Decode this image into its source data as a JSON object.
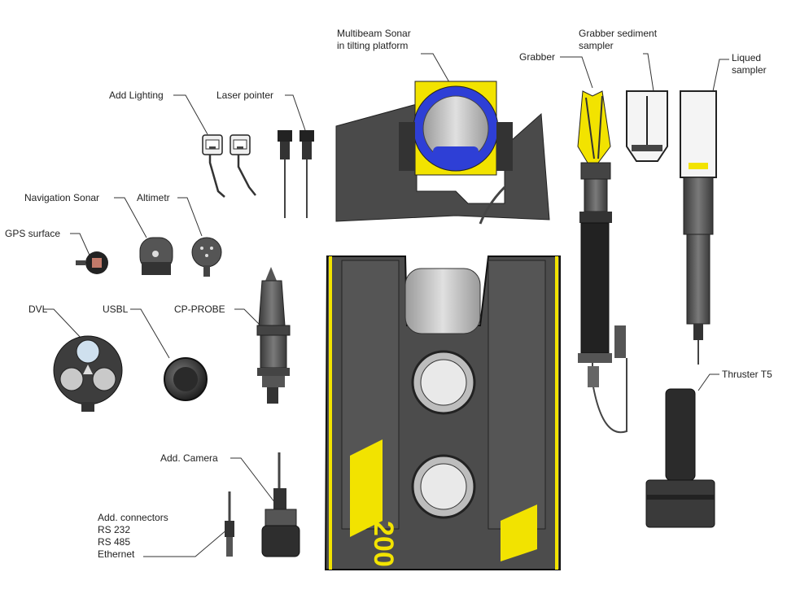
{
  "labels": {
    "multibeam": [
      "Multibeam Sonar",
      "in tilting platform"
    ],
    "grabber": "Grabber",
    "grabber_sediment": [
      "Grabber sediment",
      "sampler"
    ],
    "liquid": [
      "Liqued",
      "sampler"
    ],
    "lighting": "Add Lighting",
    "laser": "Laser pointer",
    "nav_sonar": "Navigation Sonar",
    "altimeter": "Altimetr",
    "gps": "GPS surface",
    "dvl": "DVL",
    "usbl": "USBL",
    "cp_probe": "CP-PROBE",
    "thruster": "Thruster T5",
    "camera": "Add. Camera",
    "connectors": [
      "Add. connectors",
      "RS 232",
      "RS 485",
      "Ethernet"
    ],
    "vehicle_mark": "200"
  },
  "colors": {
    "metal_dark": "#4a4a4a",
    "metal_mid": "#8a8a8a",
    "accent_yellow": "#f2e300",
    "sonar_blue": "#2e3fd6",
    "leader_line": "#333333"
  }
}
